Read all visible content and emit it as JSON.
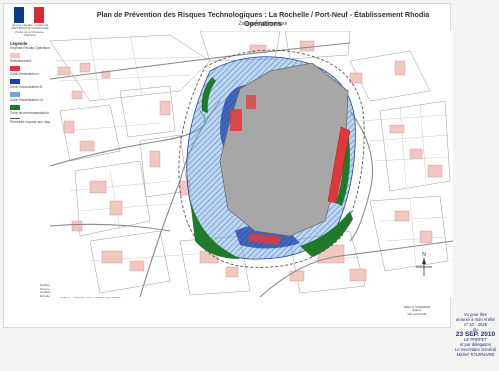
{
  "colors": {
    "flag_blue": "#0a3a8f",
    "flag_red": "#d92b35",
    "site_grey": "#a7a7a7",
    "zone_red": "#e03838",
    "zone_blue_dark": "#1a3fa8",
    "zone_blue_light": "#6fa6dc",
    "zone_green": "#1f7a2a",
    "hatch_blue": "#4a7fd0",
    "parcel_pink": "#f2c7c0",
    "road_line": "#8a8a8a",
    "stamp_ink": "#1e2c78"
  },
  "header": {
    "logo_caption_1": "Liberté • Égalité • Fraternité",
    "logo_caption_2": "RÉPUBLIQUE FRANÇAISE",
    "logo_caption_3": "Préfet de la Charente-Maritime",
    "title": "Plan de Prévention des Risques Technologiques : La Rochelle / Port-Neuf - Établissement Rhodia Opérations",
    "subtitle": "Zonage réglementaire"
  },
  "legend": {
    "heading": "Légende",
    "subheading": "Emprise Rhodia Opérations",
    "items": [
      {
        "label": "Établissement",
        "swatch": "#f2c7c0",
        "kind": "fill"
      },
      {
        "label": "Zone d'interdiction r",
        "swatch": "#e03838",
        "kind": "fill"
      },
      {
        "label": "Zone d'autorisation B",
        "swatch": "#1a3fa8",
        "kind": "fill"
      },
      {
        "label": "Zone d'autorisation b1",
        "swatch": "#6fa6dc",
        "kind": "fill"
      },
      {
        "label": "Zone de recommandation V",
        "swatch": "#1f7a2a",
        "kind": "fill"
      },
      {
        "label": "Périmètre exposé aux risques",
        "swatch": "#555555",
        "kind": "line"
      }
    ]
  },
  "footer": {
    "left_1": "Réalisation : DDEA 17",
    "left_2": "Source IGN BD Ortho",
    "left_3": "Cadastre : DGI 2008",
    "left_4": "Échelle : 1/5 000",
    "strip": "DDEA 17 · SURADE / PPRT · Zonage réglementaire"
  },
  "cartouche": {
    "line_1": "DDEA 17 SURADE/PR",
    "line_2": "Édité le",
    "line_3": "Ville La Rochelle"
  },
  "north": {
    "label": "N"
  },
  "stamp": {
    "line_1": "Vu pour être",
    "line_2": "annexé à mon Arrêté",
    "line_3": "n° 10 - 3546",
    "line_4": "du",
    "date": "23 SEP. 2010",
    "line_5": "LE PRÉFET",
    "line_6": "et par délégation",
    "line_7": "Le Secrétaire Général",
    "line_8": "Michel TOURNAIRE"
  }
}
